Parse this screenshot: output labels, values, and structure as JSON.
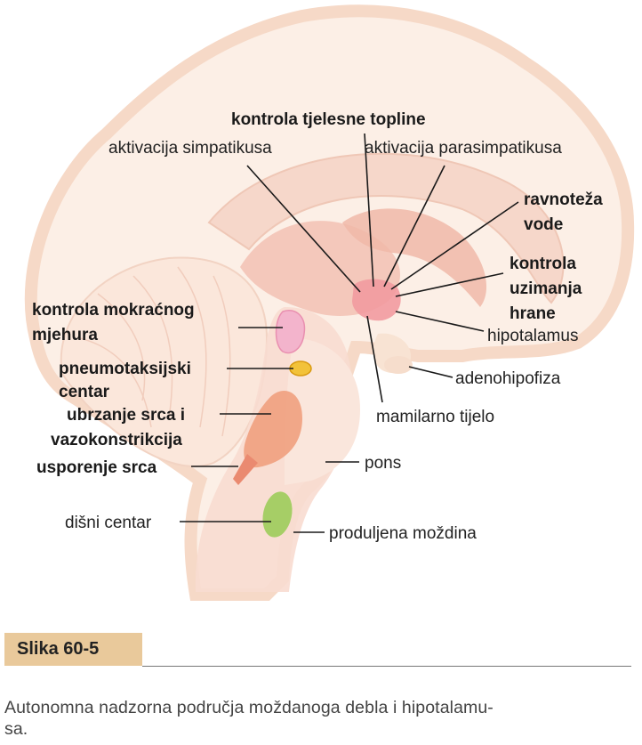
{
  "labels": {
    "kontrola_tjelesne_topline": "kontrola tjelesne topline",
    "aktivacija_simpatikusa": "aktivacija simpatikusa",
    "aktivacija_parasimpatikusa": "aktivacija parasimpatikusa",
    "ravnoteza_vode_1": "ravnoteža",
    "ravnoteza_vode_2": "vode",
    "kontrola_uzimanja_hrane_1": "kontrola",
    "kontrola_uzimanja_hrane_2": "uzimanja",
    "kontrola_uzimanja_hrane_3": "hrane",
    "hipotalamus": "hipotalamus",
    "adenohipofiza": "adenohipofiza",
    "mamilarno_tijelo": "mamilarno tijelo",
    "pons": "pons",
    "produljena_mozdina": "produljena moždina",
    "disni_centar": "dišni centar",
    "kontrola_mokracnog_mjehura_1": "kontrola mokraćnog",
    "kontrola_mokracnog_mjehura_2": "mjehura",
    "pneumotaksijski_centar_1": "pneumotaksijski",
    "pneumotaksijski_centar_2": "centar",
    "ubrzanje_srca_1": "ubrzanje srca i",
    "ubrzanje_srca_2": "vazokonstrikcija",
    "usporenje_srca": "usporenje srca"
  },
  "figure": {
    "tag": "Slika 60-5",
    "caption": "Autonomna nadzorna područja moždanoga debla i hipotalamu-\nsa."
  },
  "colors": {
    "brain_outline": "#f6d9c7",
    "brain_fill": "#fcefe6",
    "structure": "#f3c3b6",
    "hypothalamus": "#f29aa0",
    "bladder_center": "#f3b4cc",
    "pneumotaxic": "#f2c23a",
    "cardio": "#f0a07e",
    "respiratory": "#9ccc5a",
    "fig_tag_bg": "#e9c99b"
  }
}
